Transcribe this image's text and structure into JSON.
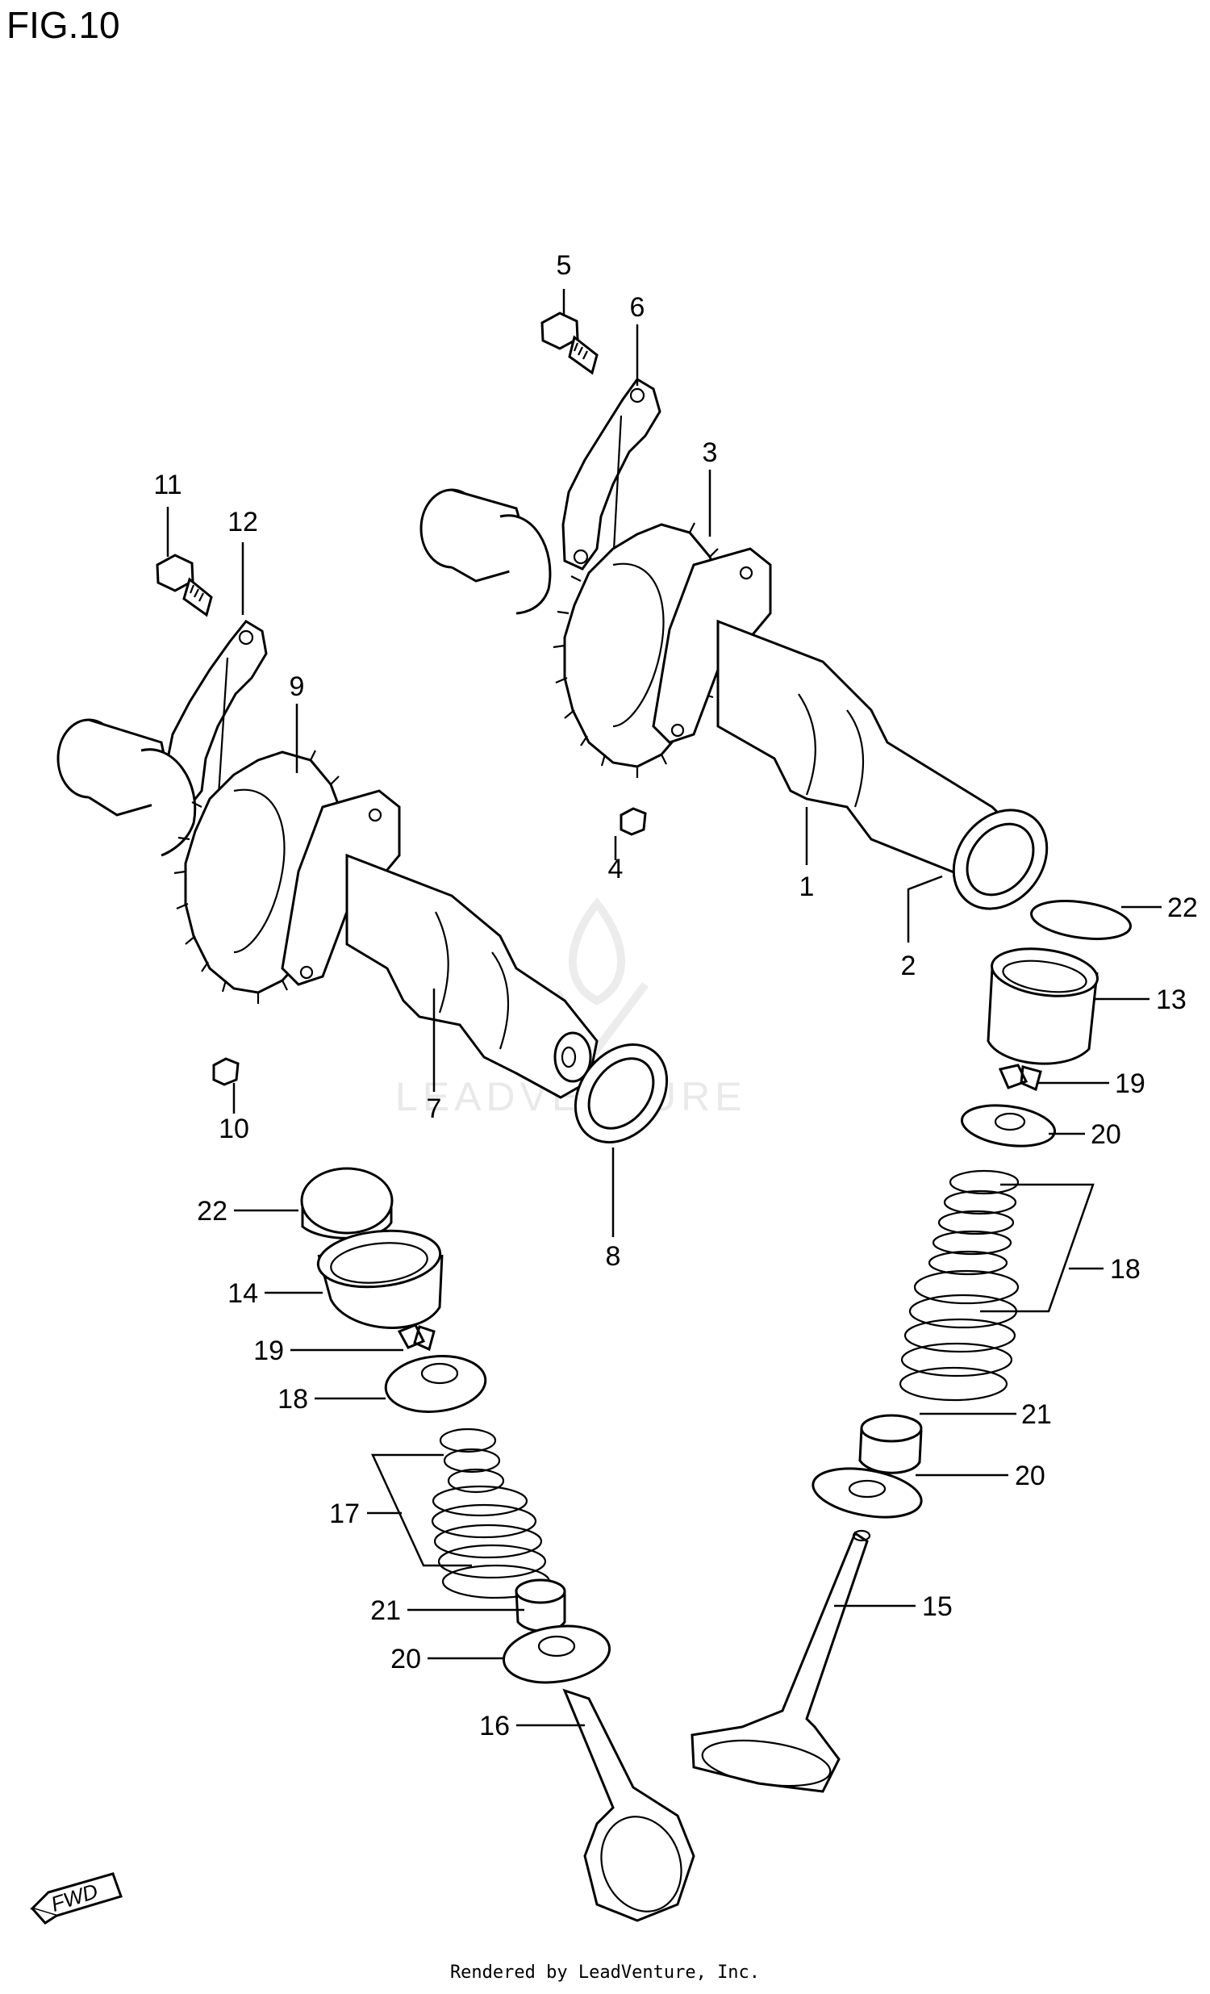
{
  "figure": {
    "title": "FIG.10"
  },
  "watermark": {
    "text": "LEADVENTURE"
  },
  "footer": {
    "text": "Rendered by LeadVenture, Inc."
  },
  "fwd_badge": {
    "text": "FWD"
  },
  "callouts": {
    "c1": "1",
    "c2": "2",
    "c3": "3",
    "c4": "4",
    "c5": "5",
    "c6": "6",
    "c7": "7",
    "c8": "8",
    "c9": "9",
    "c10": "10",
    "c11": "11",
    "c12": "12",
    "c13": "13",
    "c14": "14",
    "c15": "15",
    "c16": "16",
    "c17": "17",
    "c18a": "18",
    "c18b": "18",
    "c19a": "19",
    "c19b": "19",
    "c20a": "20",
    "c20b": "20",
    "c20c": "20",
    "c21a": "21",
    "c21b": "21",
    "c22a": "22",
    "c22b": "22"
  }
}
